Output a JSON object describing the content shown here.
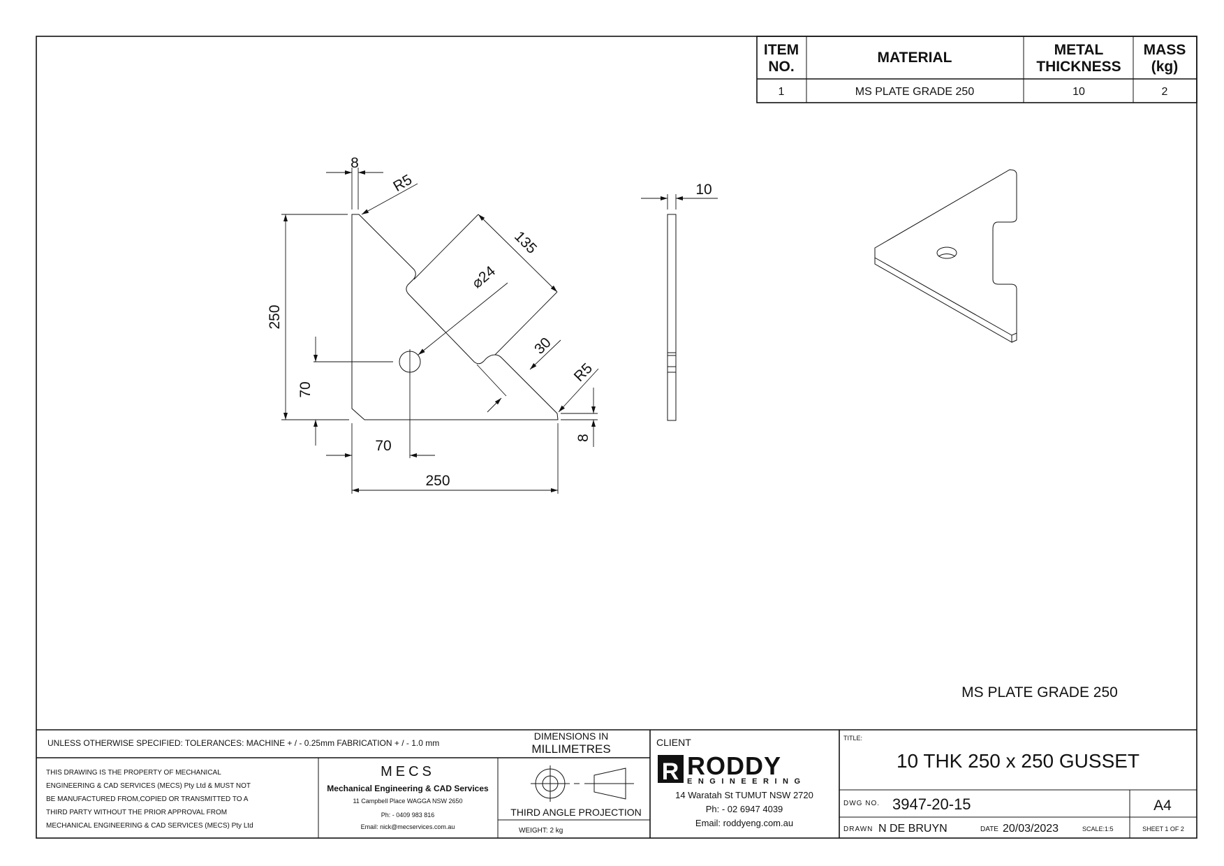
{
  "bom_table": {
    "headers": {
      "item_no_line1": "ITEM",
      "item_no_line2": "NO.",
      "material": "MATERIAL",
      "thickness_line1": "METAL",
      "thickness_line2": "THICKNESS",
      "mass_line1": "MASS",
      "mass_line2": "(kg)"
    },
    "rows": [
      {
        "item_no": "1",
        "material": "MS PLATE GRADE 250",
        "thickness": "10",
        "mass": "2"
      }
    ]
  },
  "dimensions": {
    "top_width": "8",
    "top_radius": "R5",
    "height": "250",
    "tab_length": "135",
    "hole_diameter": "⌀24",
    "tab_depth": "30",
    "bottom_radius": "R5",
    "hole_y": "70",
    "hole_x": "70",
    "width": "250",
    "bottom_height": "8",
    "thickness": "10"
  },
  "material_note": "MS PLATE GRADE 250",
  "title_block": {
    "tolerances": "UNLESS OTHERWISE SPECIFIED: TOLERANCES: MACHINE + / - 0.25mm  FABRICATION + / - 1.0 mm",
    "units_line1": "DIMENSIONS IN",
    "units_line2": "MILLIMETRES",
    "property_notice": [
      "THIS DRAWING IS THE PROPERTY OF MECHANICAL",
      "ENGINEERING & CAD SERVICES (MECS) Pty Ltd & MUST NOT",
      "BE MANUFACTURED FROM,COPIED OR TRANSMITTED TO A",
      "THIRD PARTY WITHOUT THE PRIOR APPROVAL FROM",
      "MECHANICAL ENGINEERING & CAD SERVICES (MECS) Pty Ltd"
    ],
    "company": {
      "logo": "MECS",
      "name": "Mechanical Engineering & CAD Services",
      "address": "11 Campbell Place WAGGA NSW 2650",
      "phone": "Ph: - 0409 983 816",
      "email": "Email: nick@mecservices.com.au"
    },
    "projection": "THIRD ANGLE PROJECTION",
    "weight": "WEIGHT: 2 kg",
    "client_label": "CLIENT",
    "client": {
      "logo_main": "RODDY",
      "logo_sub": "ENGINEERING",
      "address": "14 Waratah St TUMUT NSW 2720",
      "phone": "Ph: - 02 6947 4039",
      "email": "Email: roddyeng.com.au"
    },
    "title_label": "TITLE:",
    "title": "10 THK 250 x 250 GUSSET",
    "dwg_no_label": "DWG NO.",
    "dwg_no": "3947-20-15",
    "size": "A4",
    "drawn_label": "DRAWN",
    "drawn_by": "N DE BRUYN",
    "date_label": "DATE",
    "date": "20/03/2023",
    "scale": "SCALE:1:5",
    "sheet": "SHEET 1 OF 2"
  }
}
